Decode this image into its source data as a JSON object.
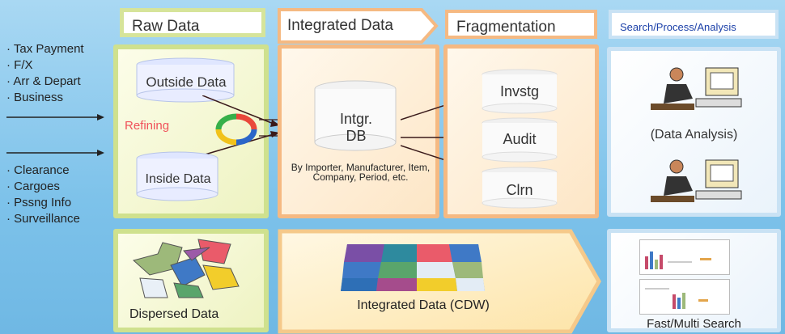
{
  "stages": {
    "raw": "Raw Data",
    "integrated": "Integrated Data",
    "fragmentation": "Fragmentation",
    "search": "Search/Process/Analysis"
  },
  "left_list_top": [
    "· Tax Payment",
    "· F/X",
    "· Arr & Depart",
    "· Business"
  ],
  "left_list_bottom": [
    "· Clearance",
    "· Cargoes",
    "· Pssng Info",
    "· Surveillance"
  ],
  "raw": {
    "outside": "Outside Data",
    "inside": "Inside Data",
    "refining": "Refining",
    "dispersed": "Dispersed Data"
  },
  "integrated": {
    "db_line1": "Intgr.",
    "db_line2": "DB",
    "caption": "By Importer, Manufacturer, Item, Company, Period, etc.",
    "cdw": "Integrated Data (CDW)"
  },
  "fragments": [
    "Invstg",
    "Audit",
    "Clrn"
  ],
  "search": {
    "analysis": "(Data Analysis)",
    "fast": "Fast/Multi Search"
  },
  "colors": {
    "green_border": "#cfe18e",
    "orange_border": "#f5b982",
    "blue_border": "#c9e2f4",
    "refining_text": "#f0515a",
    "background": "#7dc2ea"
  }
}
